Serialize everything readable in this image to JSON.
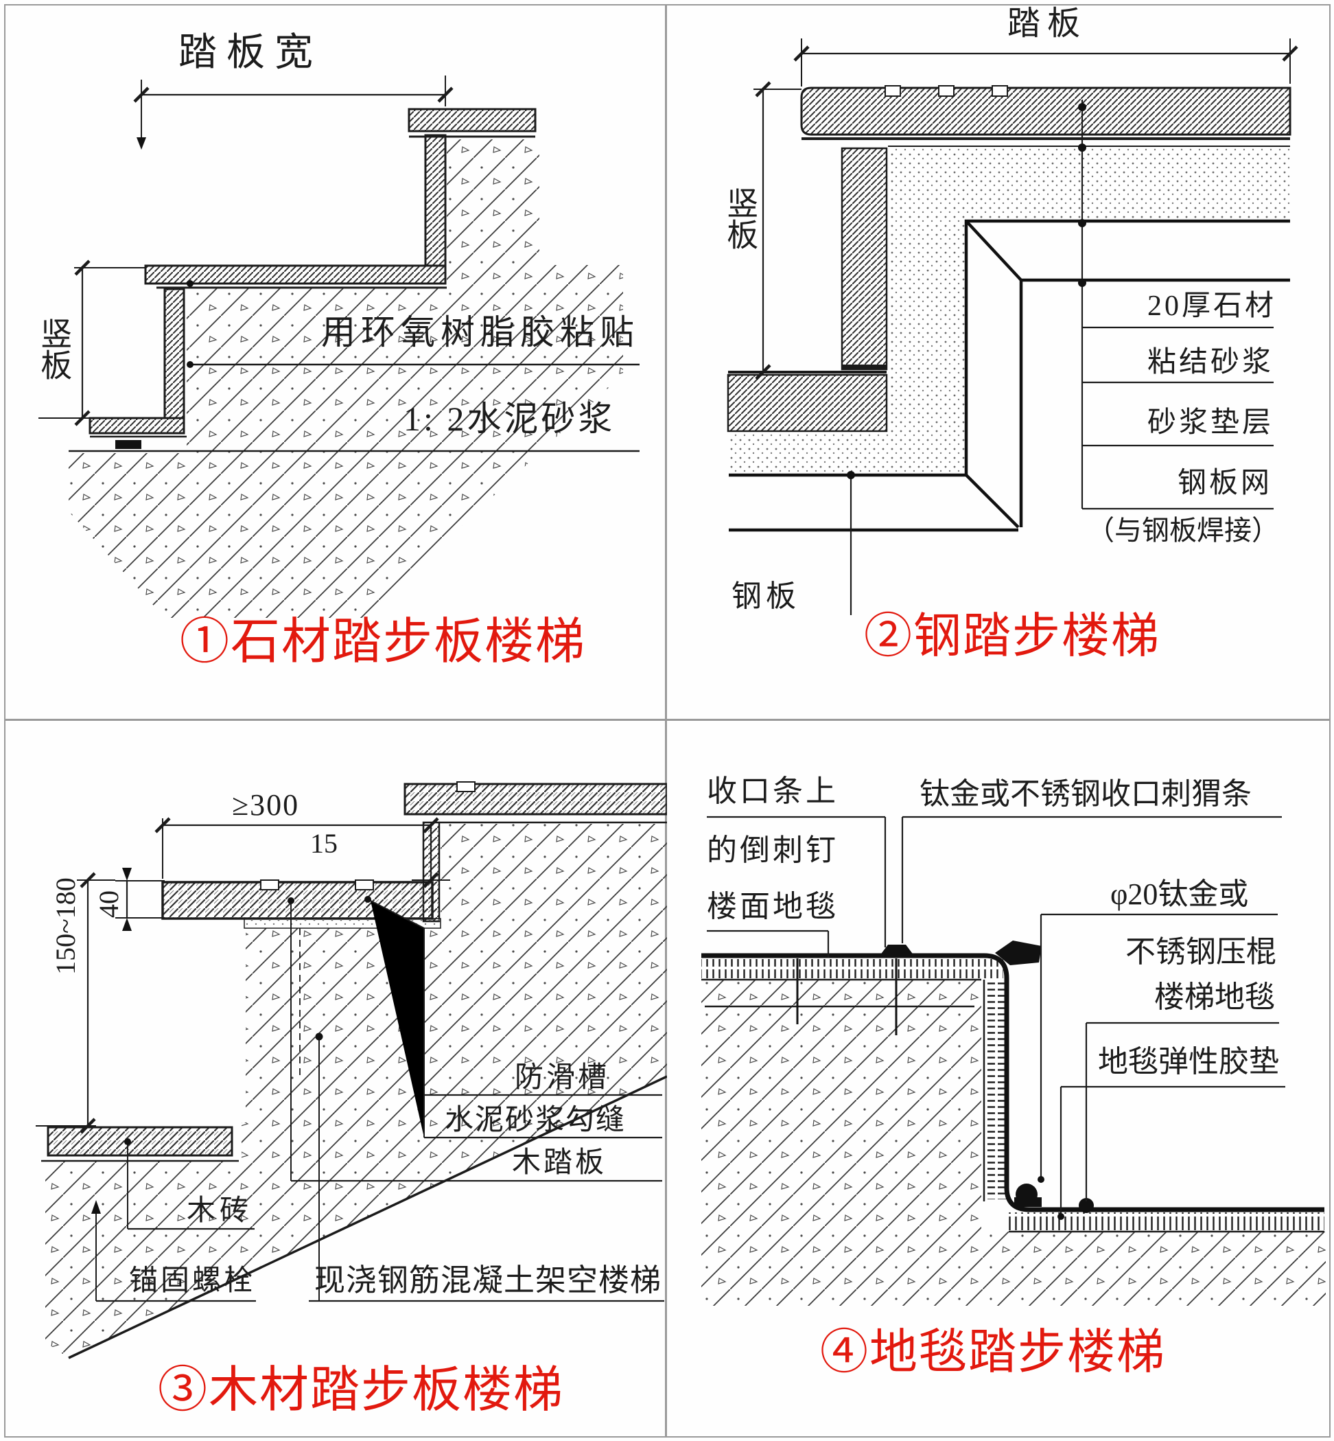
{
  "colors": {
    "accent_red": "#e2190e",
    "line_black": "#1b1b1b",
    "frame_gray": "#9a9a9a"
  },
  "quadrants": [
    {
      "title": "①石材踏步板楼梯",
      "labels": {
        "tread_width": "踏板宽",
        "riser": "竖板",
        "note_epoxy": "用环氧树脂胶粘贴",
        "note_cement": "1: 2水泥砂浆"
      }
    },
    {
      "title": "②钢踏步楼梯",
      "labels": {
        "tread": "踏板",
        "riser": "竖板",
        "steel_plate": "钢板"
      },
      "layers": [
        "20厚石材",
        "粘结砂浆",
        "砂浆垫层",
        "钢板网",
        "（与钢板焊接）"
      ]
    },
    {
      "title": "③木材踏步板楼梯",
      "dims": {
        "tread_min": "≥300",
        "riser_board": "15",
        "tread_thickness": "40",
        "riser_height": "150~180"
      },
      "labels": {
        "antislip": "防滑槽",
        "pointing": "水泥砂浆勾缝",
        "wood_tread": "木踏板",
        "wood_brick": "木砖",
        "anchor_bolt": "锚固螺栓",
        "concrete_stair": "现浇钢筋混凝土架空楼梯"
      }
    },
    {
      "title": "④地毯踏步楼梯",
      "labels": {
        "strip_line1": "收口条上",
        "strip_line2": "的倒刺钉",
        "floor_carpet": "楼面地毯",
        "gripper_strip": "钛金或不锈钢收口刺猬条",
        "rod_line1": "φ20钛金或",
        "rod_line2": "不锈钢压棍",
        "stair_carpet": "楼梯地毯",
        "elastic_pad": "地毯弹性胶垫"
      }
    }
  ]
}
